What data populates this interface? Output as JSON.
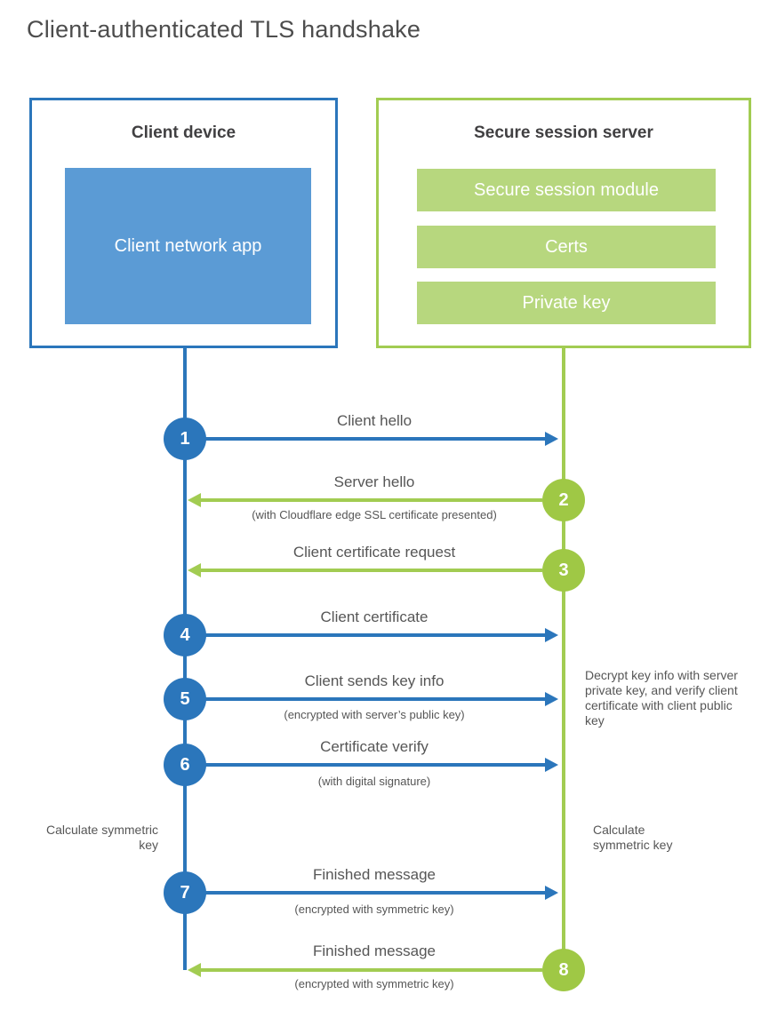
{
  "title": "Client-authenticated TLS handshake",
  "client_device": {
    "title": "Client device",
    "app_label": "Client network app"
  },
  "server": {
    "title": "Secure session server",
    "modules": [
      "Secure session module",
      "Certs",
      "Private key"
    ]
  },
  "steps": [
    {
      "num": "1",
      "from": "client",
      "direction": "client-to-server",
      "label": "Client hello",
      "sub": ""
    },
    {
      "num": "2",
      "from": "server",
      "direction": "server-to-client",
      "label": "Server hello",
      "sub": "(with Cloudflare edge SSL certificate presented)"
    },
    {
      "num": "3",
      "from": "server",
      "direction": "server-to-client",
      "label": "Client certificate request",
      "sub": ""
    },
    {
      "num": "4",
      "from": "client",
      "direction": "client-to-server",
      "label": "Client certificate",
      "sub": ""
    },
    {
      "num": "5",
      "from": "client",
      "direction": "client-to-server",
      "label": "Client sends key info",
      "sub": "(encrypted with server’s public key)"
    },
    {
      "num": "6",
      "from": "client",
      "direction": "client-to-server",
      "label": "Certificate verify",
      "sub": "(with digital signature)"
    },
    {
      "num": "7",
      "from": "client",
      "direction": "client-to-server",
      "label": "Finished message",
      "sub": "(encrypted with symmetric key)"
    },
    {
      "num": "8",
      "from": "server",
      "direction": "server-to-client",
      "label": "Finished message",
      "sub": "(encrypted with symmetric key)"
    }
  ],
  "notes": {
    "decrypt_note": "Decrypt key info with server private key, and verify client certificate with client public key",
    "calc_symmetric_left": "Calculate symmetric key",
    "calc_symmetric_right": "Calculate symmetric key"
  },
  "colors": {
    "client_blue": "#2b76bb",
    "client_fill_blue": "#5b9bd5",
    "server_green": "#a2cc52",
    "server_fill_green": "#b7d77e",
    "badge_green": "#9fc845",
    "heading_text": "#414042",
    "body_text": "#565656"
  }
}
